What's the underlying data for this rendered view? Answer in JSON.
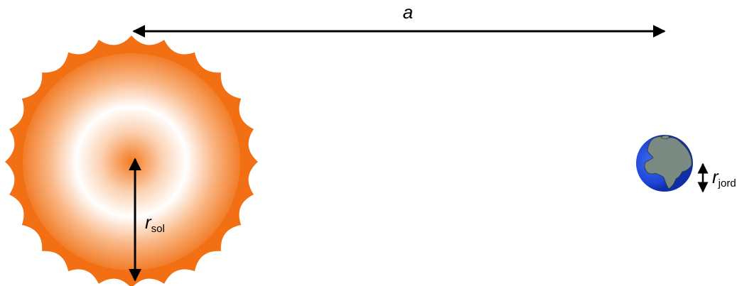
{
  "labels": {
    "distance": "a",
    "sun_radius": {
      "symbol": "r",
      "subscript": "sol"
    },
    "earth_radius": {
      "symbol": "r",
      "subscript": "jord"
    }
  },
  "colors": {
    "sun_flare": "#f26f13",
    "sun_edge": "#f07a22",
    "sun_mid": "#f8b27a",
    "sun_ring": "#ffffff",
    "sun_core": "#f47a22",
    "ocean": "#1f44d6",
    "land": "#7a8a82",
    "arrow": "#000000"
  },
  "icons": {
    "sun": "sun-icon",
    "earth": "earth-globe-icon"
  }
}
